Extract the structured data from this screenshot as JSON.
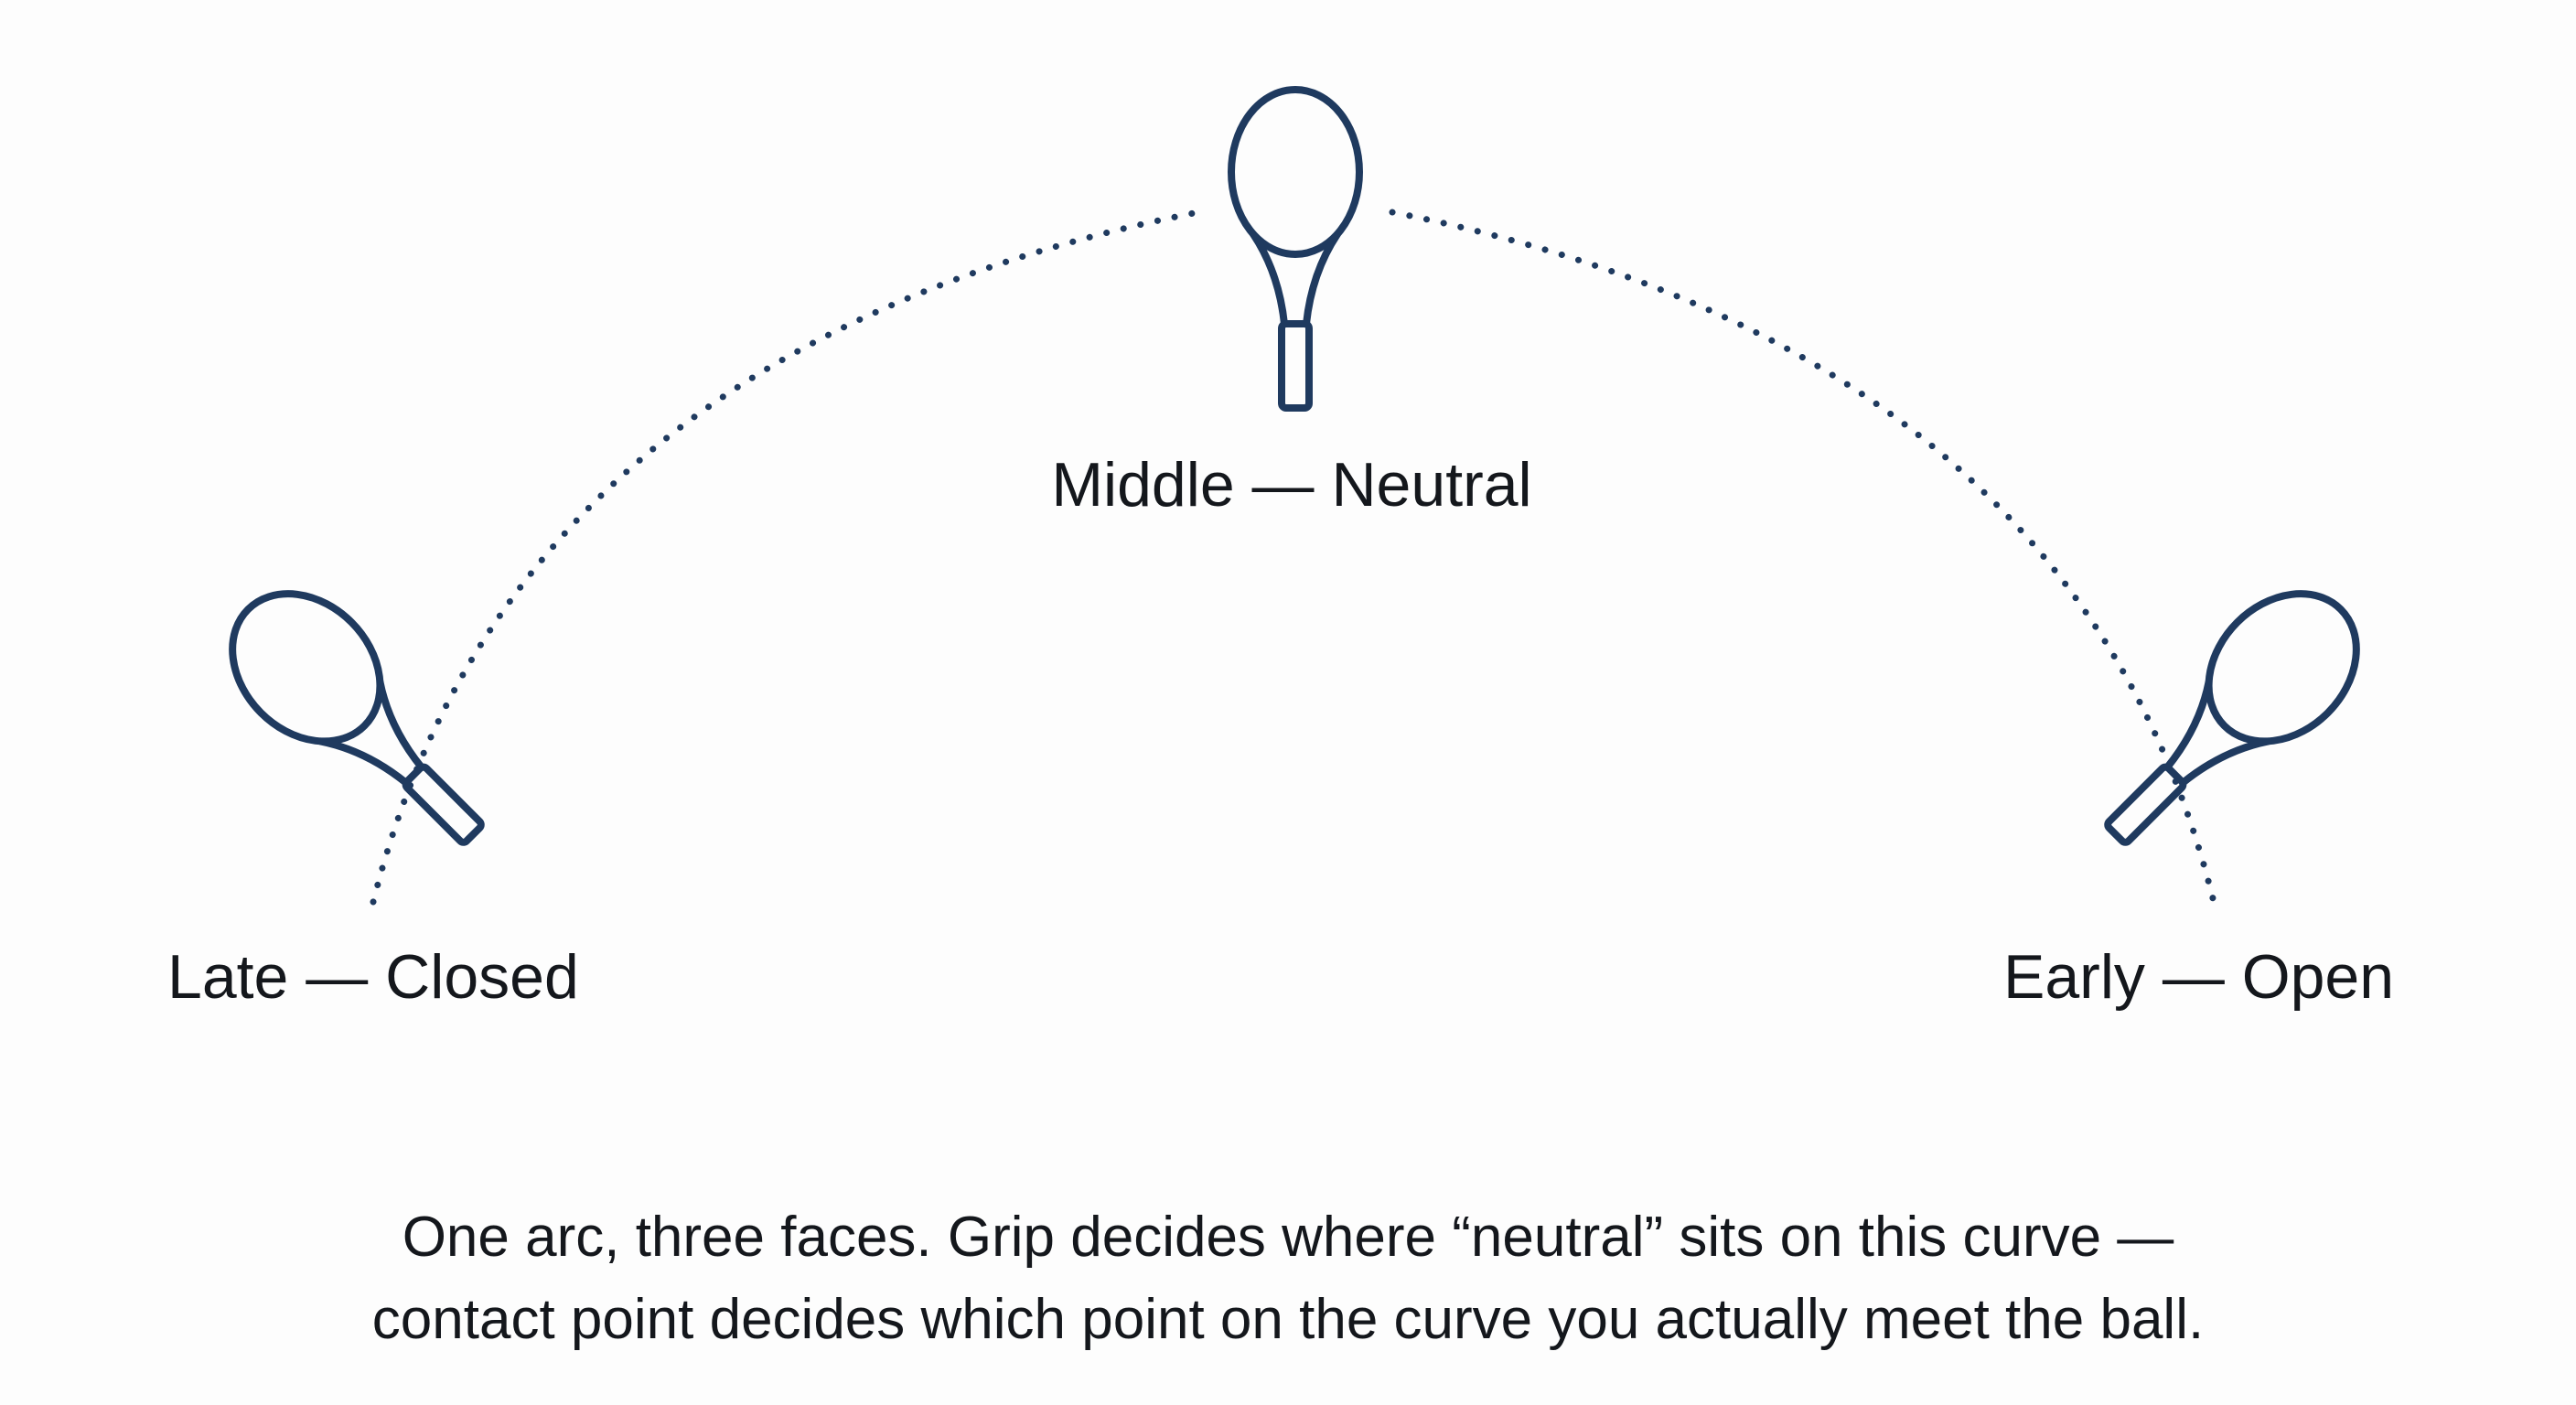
{
  "diagram": {
    "accent_color": "#1f3a5f",
    "arc_style": "dotted",
    "positions": [
      {
        "id": "late",
        "label": "Late — Closed",
        "icon": "tennis-racket-icon"
      },
      {
        "id": "middle",
        "label": "Middle — Neutral",
        "icon": "tennis-racket-icon"
      },
      {
        "id": "early",
        "label": "Early — Open",
        "icon": "tennis-racket-icon"
      }
    ]
  },
  "caption": {
    "line1": "One arc, three faces. Grip decides where “neutral” sits on this curve —",
    "line2": "contact point decides which point on the curve you actually meet the ball."
  }
}
